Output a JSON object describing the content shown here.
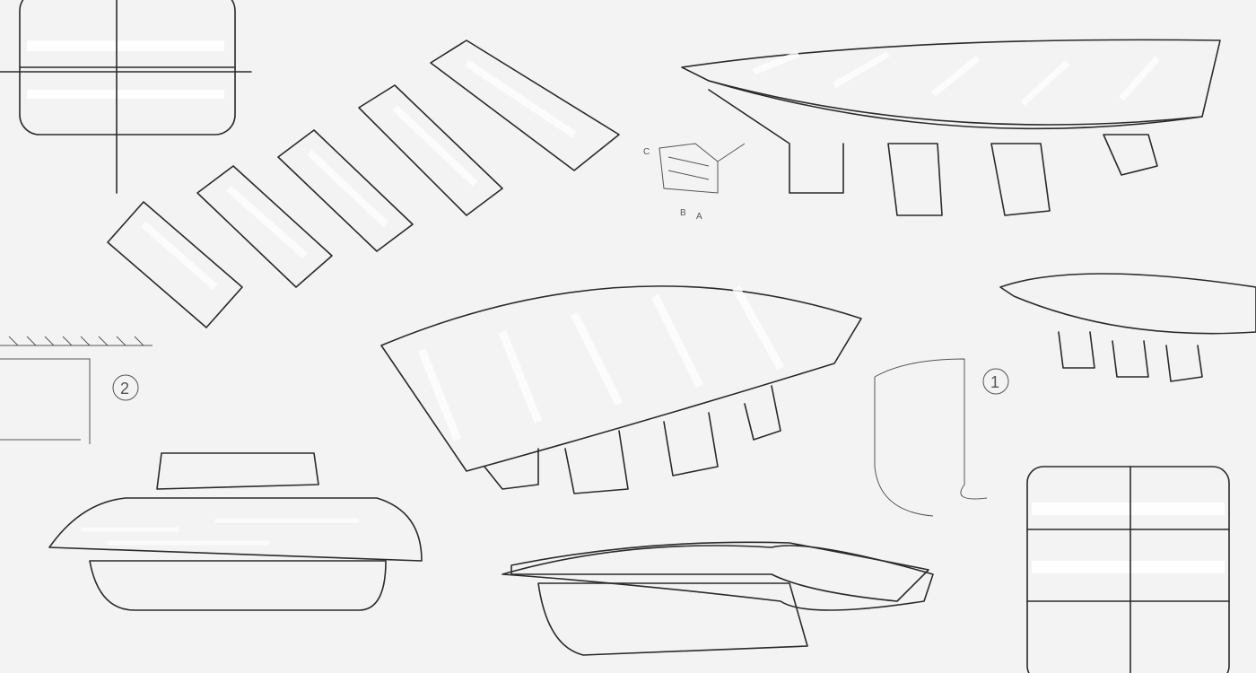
{
  "colors": {
    "background": "#f3f3f3",
    "marker_orange": "#f39a1c",
    "marker_deep": "#ee7a12",
    "marker_yellow": "#f8b820",
    "base_beige": "#f0e2d6",
    "ink": "#2a2a2a"
  },
  "annotations": {
    "detail_1": "1",
    "detail_2": "2",
    "section_c": "C",
    "section_b": "B",
    "section_a": "A"
  }
}
